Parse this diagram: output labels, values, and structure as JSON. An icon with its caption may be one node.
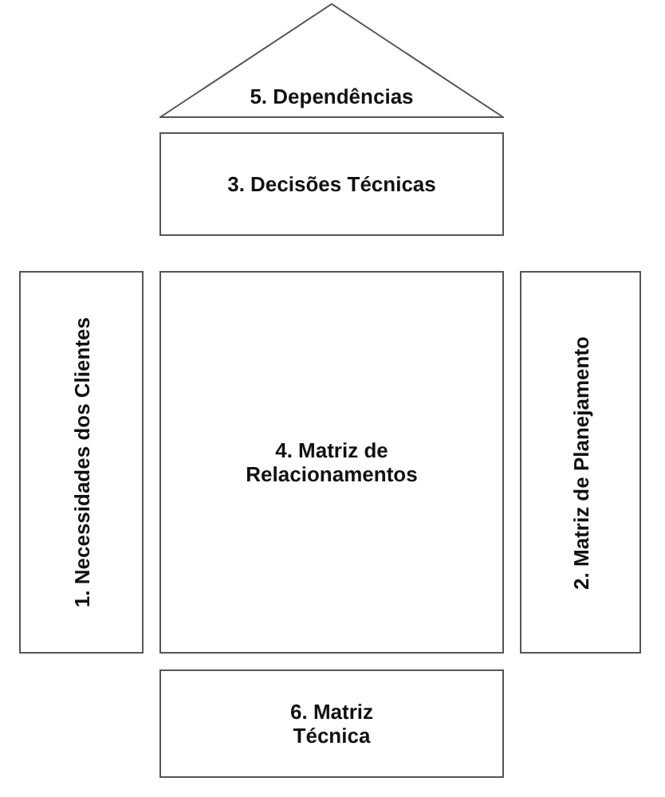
{
  "diagram": {
    "nodes": [
      {
        "text": [
          "5. Dependências"
        ]
      },
      {
        "text": [
          "3. Decisões Técnicas"
        ]
      },
      {
        "text": [
          "1. Necessidades dos Clientes"
        ]
      },
      {
        "text": [
          "4. Matriz de Relacionamentos"
        ]
      },
      {
        "text": [
          "2. Matriz de Planejamento"
        ]
      },
      {
        "text": [
          "6. Matriz Técnica"
        ]
      }
    ]
  }
}
